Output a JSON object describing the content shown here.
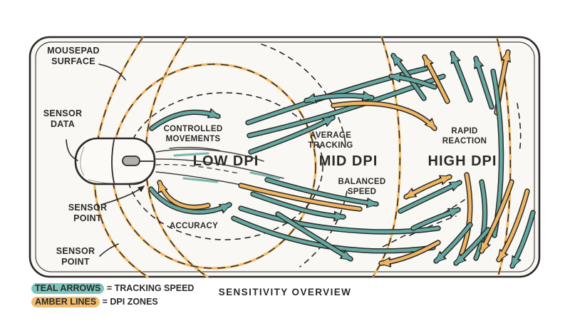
{
  "title": "SENSITIVITY OVERVIEW",
  "legend": {
    "teal": {
      "label": "TEAL ARROWS",
      "rest": "= TRACKING SPEED"
    },
    "amber": {
      "label": "AMBER LINES",
      "rest": "= DPI ZONES"
    }
  },
  "callouts": {
    "mousepad_surface": "MOUSEPAD\nSURFACE",
    "sensor_data": "SENSOR\nDATA",
    "sensor_point_upper": "SENSOR\nPOINT",
    "sensor_point_lower": "SENSOR\nPOINT"
  },
  "zones": {
    "low": {
      "name": "LOW DPI",
      "top": "CONTROLLED\nMOVEMENTS",
      "bottom": "ACCURACY"
    },
    "mid": {
      "name": "MID DPI",
      "top": "AVERAGE\nTRACKING",
      "bottom": "BALANCED\nSPEED"
    },
    "high": {
      "name": "HIGH DPI",
      "top": "RAPID\nREACTION"
    }
  },
  "colors": {
    "teal": "#64a9a1",
    "amber": "#f0b661",
    "ink": "#2b2a28",
    "teal_highlight": "#7ec4bc",
    "amber_highlight": "#f3bd6d",
    "pad_fill": "#f9f8f5"
  }
}
